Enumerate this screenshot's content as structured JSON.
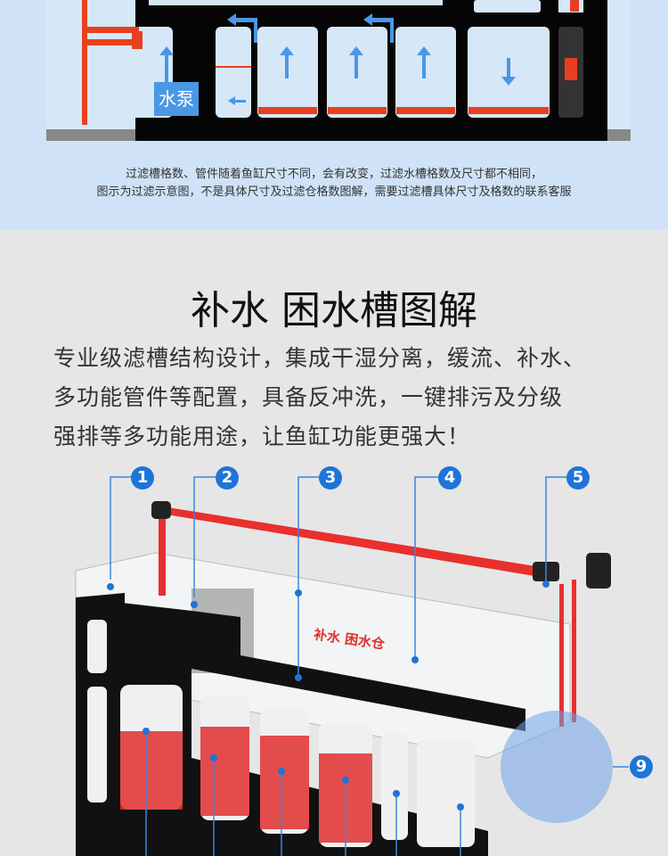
{
  "flow_diagram": {
    "pump_label": "水泵"
  },
  "notes": [
    "过滤槽格数、管件随着鱼缸尺寸不同，会有改变，过滤水槽格数及尺寸都不相同，",
    "图示为过滤示意图，不是具体尺寸及过滤仓格数图解，需要过滤槽具体尺寸及格数的联系客服"
  ],
  "section": {
    "title": "补水 困水槽图解",
    "description": [
      "专业级滤槽结构设计，集成干湿分离，缓流、补水、",
      "多功能管件等配置，具备反冲洗，一键排污及分级",
      "强排等多功能用途，让鱼缸功能更强大！"
    ]
  },
  "diagram": {
    "tank_label": "补水 困水仓",
    "callouts": [
      "1",
      "2",
      "3",
      "4",
      "5",
      "9"
    ]
  },
  "colors": {
    "accent": "#1f74d8",
    "pipe": "#e8302e",
    "frame": "#111111"
  }
}
